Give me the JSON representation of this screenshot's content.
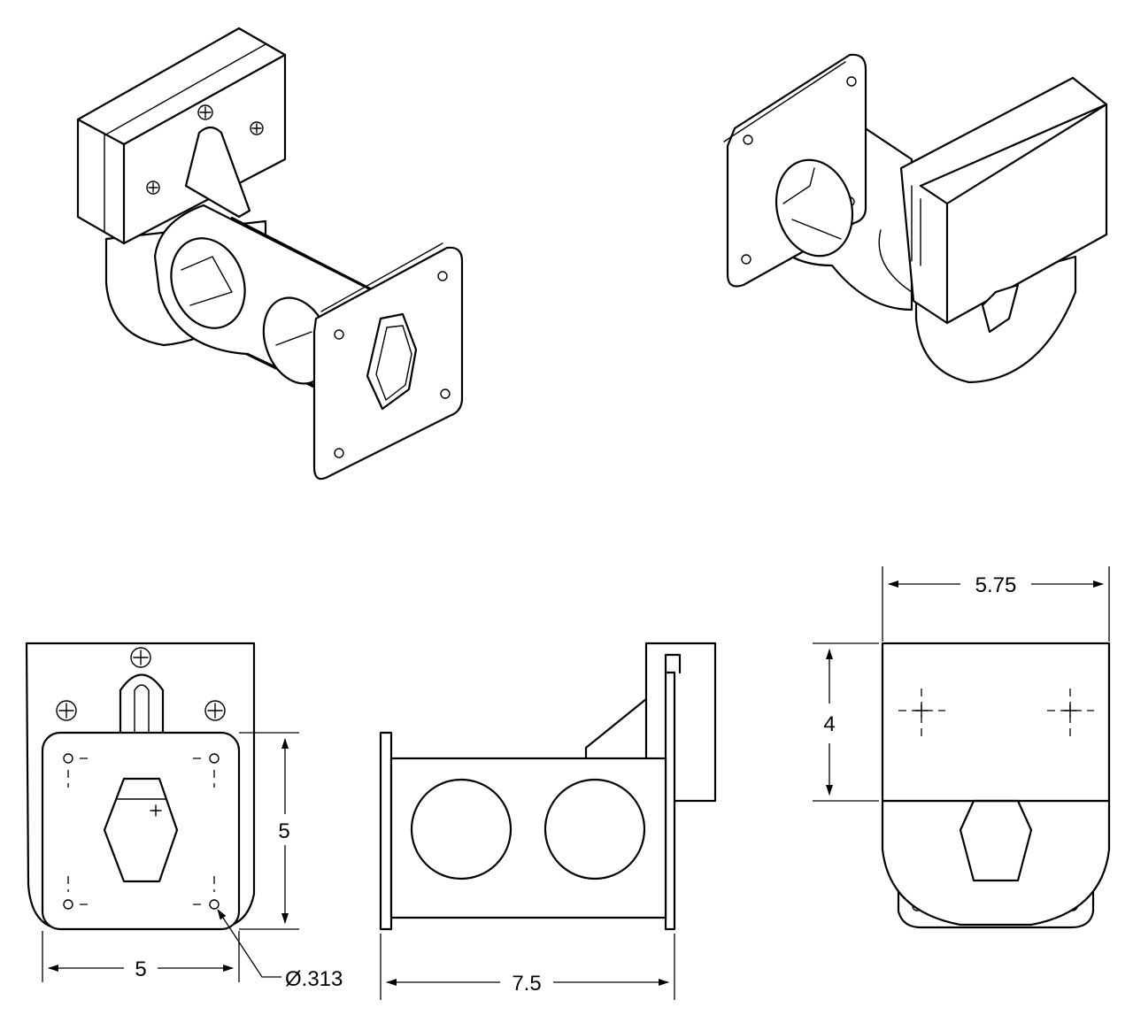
{
  "dimensions": {
    "width_top_right": "5.75",
    "height_right": "4",
    "plate_height_front": "5",
    "plate_width_front": "5",
    "hole_diameter": "Ø.313",
    "length_side": "7.5"
  }
}
